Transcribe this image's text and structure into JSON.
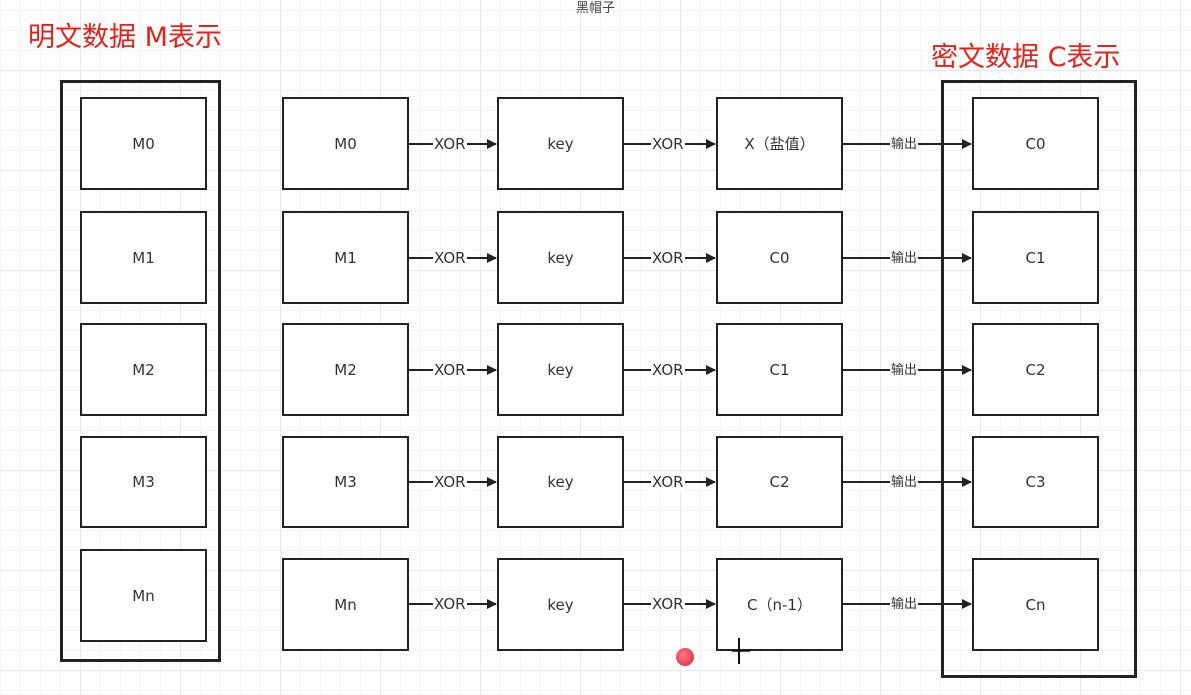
{
  "top_title": "黑帽子",
  "plaintext_heading": "明文数据 M表示",
  "ciphertext_heading": "密文数据 C表示",
  "plain_column": [
    "M0",
    "M1",
    "M2",
    "M3",
    "Mn"
  ],
  "rows": [
    {
      "m": "M0",
      "op1": "XOR",
      "key": "key",
      "op2": "XOR",
      "salt": "X（盐值）",
      "out": "输出",
      "c": "C0"
    },
    {
      "m": "M1",
      "op1": "XOR",
      "key": "key",
      "op2": "XOR",
      "salt": "C0",
      "out": "输出",
      "c": "C1"
    },
    {
      "m": "M2",
      "op1": "XOR",
      "key": "key",
      "op2": "XOR",
      "salt": "C1",
      "out": "输出",
      "c": "C2"
    },
    {
      "m": "M3",
      "op1": "XOR",
      "key": "key",
      "op2": "XOR",
      "salt": "C2",
      "out": "输出",
      "c": "C3"
    },
    {
      "m": "Mn",
      "op1": "XOR",
      "key": "key",
      "op2": "XOR",
      "salt": "C（n-1）",
      "out": "输出",
      "c": "Cn"
    }
  ],
  "colors": {
    "heading": "#e8201a",
    "stroke": "#222222"
  }
}
